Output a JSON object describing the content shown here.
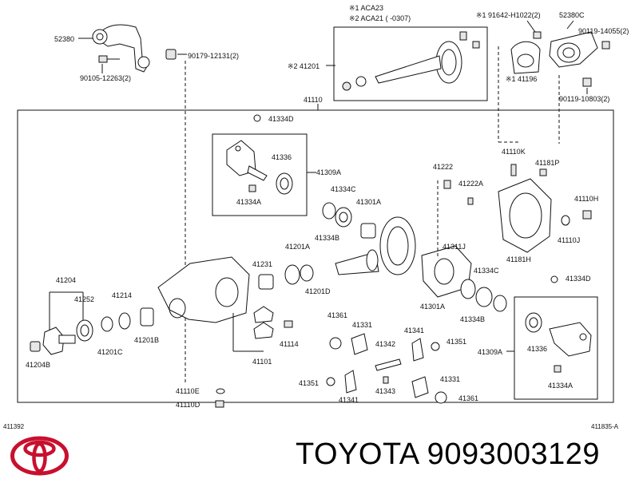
{
  "header": {
    "variant_1": "※1 ACA23",
    "variant_2": "※2 ACA21 (     -0307)"
  },
  "labels": {
    "p52380": "52380",
    "p90105": "90105-12263(2)",
    "p90179": "90179-12131(2)",
    "p41201_var": "※2  41201",
    "p91642": "※1 91642-H1022(2)",
    "p52380c": "52380C",
    "p90119a": "90119-14055(2)",
    "p41196": "※1  41196",
    "p90119b": "90119-10803(2)",
    "p41110": "41110",
    "p41334d_l": "41334D",
    "p41336_l": "41336",
    "p41309a_l": "41309A",
    "p41334a_l": "41334A",
    "p41334c_l": "41334C",
    "p41301a_l": "41301A",
    "p41334b_l": "41334B",
    "p41222": "41222",
    "p41222a": "41222A",
    "p41110k": "41110K",
    "p41181p": "41181P",
    "p41110h": "41110H",
    "p41110j": "41110J",
    "p41181h": "41181H",
    "p41231": "41231",
    "p41201a": "41201A",
    "p41201d": "41201D",
    "p41311j": "41311J",
    "p41334c_r": "41334C",
    "p41334d_r": "41334D",
    "p41204": "41204",
    "p41252": "41252",
    "p41214": "41214",
    "p41204b": "41204B",
    "p41201c": "41201C",
    "p41201b": "41201B",
    "p41301a_r": "41301A",
    "p41334b_r": "41334B",
    "p41361_t": "41361",
    "p41331_t": "41331",
    "p41341_t": "41341",
    "p41351_t": "41351",
    "p41114": "41114",
    "p41101": "41101",
    "p41342": "41342",
    "p41309a_r": "41309A",
    "p41336_r": "41336",
    "p41334a_r": "41334A",
    "p41351_b": "41351",
    "p41341_b": "41341",
    "p41343": "41343",
    "p41331_b": "41331",
    "p41361_b": "41361",
    "p41110e": "41110E",
    "p41110d": "41110D"
  },
  "corners": {
    "left_code": "411392",
    "right_code": "411835-A"
  },
  "footer": {
    "brand_text": "TOYOTA 9093003129"
  },
  "colors": {
    "logo": "#c8102e",
    "ink": "#111111"
  }
}
